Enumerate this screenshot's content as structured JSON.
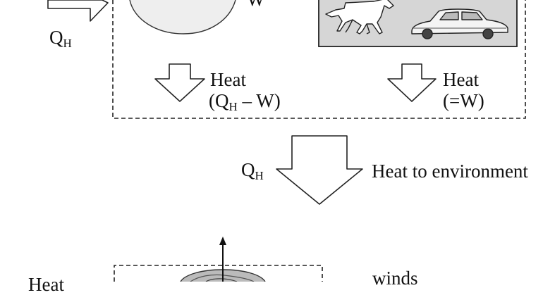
{
  "labels": {
    "qh_top": "Q",
    "qh_top_sub": "H",
    "work_w": "W",
    "heat_left_title": "Heat",
    "heat_left_expr_prefix": "(Q",
    "heat_left_expr_sub": "H",
    "heat_left_expr_suffix": " – W)",
    "heat_right_title": "Heat",
    "heat_right_expr": "(=W)",
    "qh_mid": "Q",
    "qh_mid_sub": "H",
    "heat_to_env": "Heat to environment",
    "winds": "winds",
    "heat_bottom_partial": "Heat"
  },
  "icons": {
    "engine_circle": "sphere-icon",
    "horse": "horse-icon",
    "car": "car-icon",
    "earth": "earth-globe-icon"
  },
  "colors": {
    "stroke": "#222222",
    "panel_fill": "#d6d6d6",
    "circle_fill": "#eeeeee"
  }
}
